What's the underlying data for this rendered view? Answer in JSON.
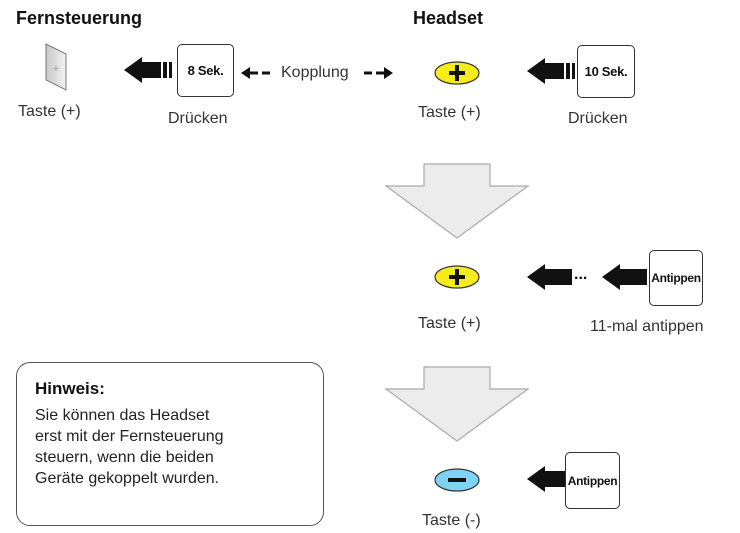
{
  "headings": {
    "remote": "Fernsteuerung",
    "headset": "Headset"
  },
  "step1": {
    "remote_box": "8 Sek.",
    "remote_key_label": "Taste (+)",
    "remote_action": "Drücken",
    "pairing_label": "Kopplung",
    "headset_box": "10 Sek.",
    "headset_key_label": "Taste (+)",
    "headset_action": "Drücken"
  },
  "step2": {
    "box": "Antippen",
    "ellipsis": "...",
    "key_label": "Taste (+)",
    "action": "11-mal antippen"
  },
  "step3": {
    "box": "Antippen",
    "key_label": "Taste (-)"
  },
  "note": {
    "title": "Hinweis:",
    "lines": [
      "Sie können das Headset",
      "erst mit der Fernsteuerung",
      "steuern, wenn die beiden",
      "Geräte gekoppelt wurden."
    ]
  },
  "colors": {
    "plus_button": "#f5ec1a",
    "minus_button": "#7fd3f2",
    "flow_arrow": "#ececec"
  }
}
